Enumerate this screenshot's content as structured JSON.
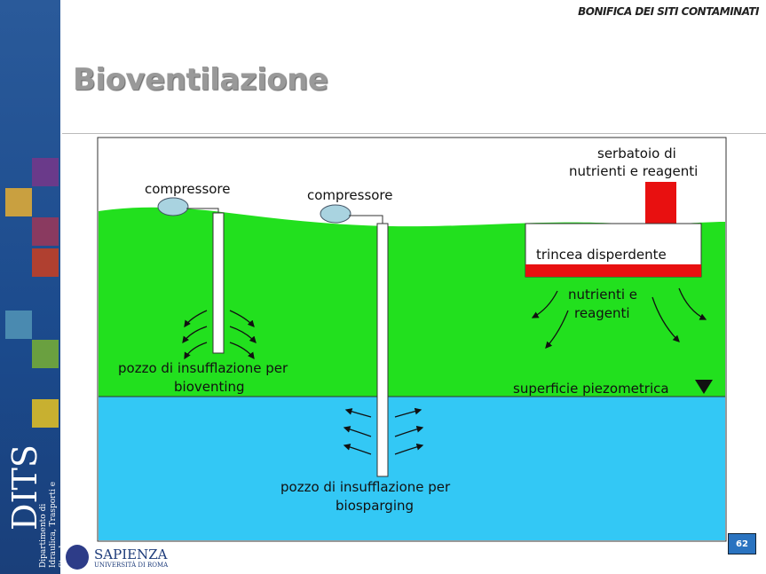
{
  "header": {
    "title": "BONIFICA DEI SITI CONTAMINATI"
  },
  "slide": {
    "title": "Bioventilazione",
    "page_number": "62"
  },
  "diagram": {
    "compressor_left": "compressore",
    "compressor_right": "compressore",
    "bioventing_well_line1": "pozzo di insufflazione per",
    "bioventing_well_line2": "bioventing",
    "biosparging_well_line1": "pozzo di insufflazione per",
    "biosparging_well_line2": "biosparging",
    "tank_line1": "serbatoio di",
    "tank_line2": "nutrienti e reagenti",
    "trench": "trincea disperdente",
    "nutrients_line1": "nutrienti e",
    "nutrients_line2": "reagenti",
    "water_table": "superficie piezometrica",
    "colors": {
      "soil": "#22e01e",
      "groundwater": "#33c8f5",
      "tank": "#e81010",
      "compressor": "#a9d3e0"
    }
  },
  "footer": {
    "logo_dits": "DITS",
    "logo_dits_sub": "Dipartimento di Idraulica, Trasporti e Strade",
    "logo_sapienza": "SAPIENZA",
    "logo_sapienza_sub": "UNIVERSITÀ DI ROMA"
  }
}
